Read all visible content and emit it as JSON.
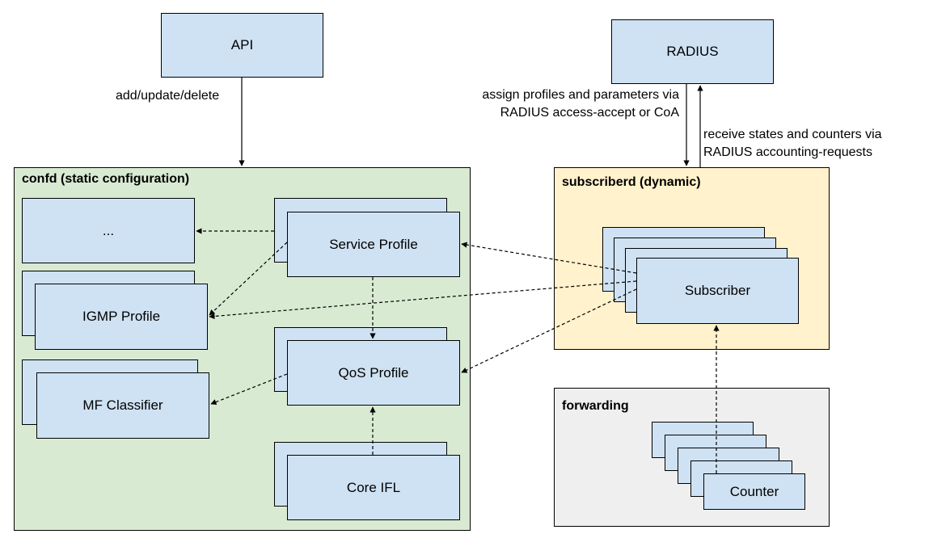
{
  "colors": {
    "box_fill": "#cfe2f3",
    "confd_fill": "#d9ead3",
    "subscriberd_fill": "#fff2cc",
    "forwarding_fill": "#efefef",
    "stroke": "#000000"
  },
  "nodes": {
    "api": "API",
    "radius": "RADIUS",
    "service_profile": "Service Profile",
    "qos_profile": "QoS Profile",
    "core_ifl": "Core IFL",
    "ellipsis": "...",
    "igmp_profile": "IGMP Profile",
    "mf_classifier": "MF Classifier",
    "subscriber": "Subscriber",
    "counter": "Counter"
  },
  "containers": {
    "confd": "confd (static configuration)",
    "subscriberd": "subscriberd (dynamic)",
    "forwarding": "forwarding"
  },
  "edge_labels": {
    "api_to_confd": "add/update/delete",
    "radius_assign_1": "assign profiles and parameters via",
    "radius_assign_2": "RADIUS access-accept or CoA",
    "radius_receive_1": "receive states and counters via",
    "radius_receive_2": "RADIUS accounting-requests"
  }
}
